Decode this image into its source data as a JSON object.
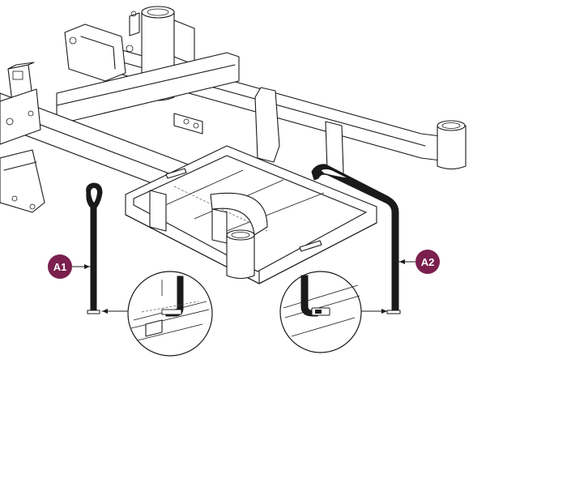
{
  "callouts": [
    {
      "id": "a1",
      "label": "A1"
    },
    {
      "id": "a2",
      "label": "A2"
    }
  ],
  "colors": {
    "callout_fill": "#7a1f4e",
    "line": "#1a1a1a",
    "strap": "#1a1a1a",
    "background": "#ffffff"
  }
}
